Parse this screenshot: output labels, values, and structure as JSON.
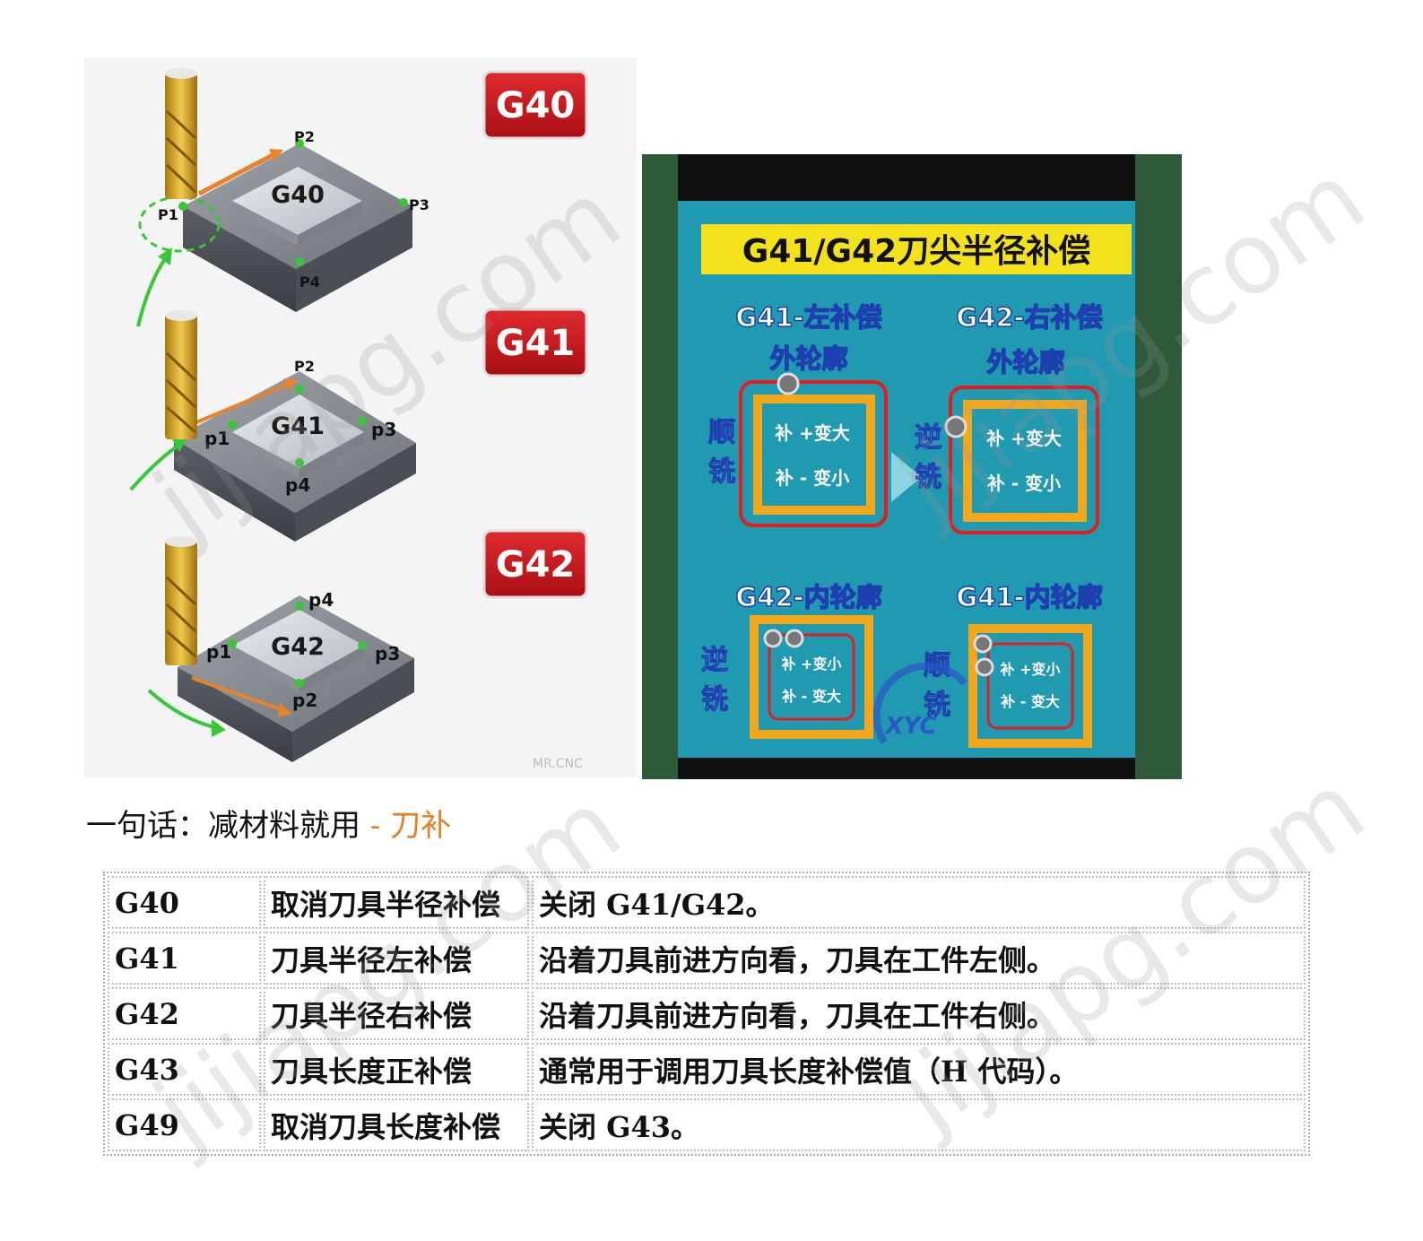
{
  "left_figure": {
    "badges": [
      "G40",
      "G41",
      "G42"
    ],
    "blocks": [
      {
        "label": "G40",
        "points": [
          "P1",
          "P2",
          "P3",
          "P4"
        ]
      },
      {
        "label": "G41",
        "points": [
          "p1",
          "P2",
          "p3",
          "p4"
        ]
      },
      {
        "label": "G42",
        "points": [
          "p1",
          "p4",
          "p3",
          "p2"
        ]
      }
    ],
    "corner_text": "MR.CNC"
  },
  "right_figure": {
    "title": "G41/G42刀尖半径补偿",
    "panels": [
      {
        "heading": "G41-左补偿",
        "sub": "外轮廓",
        "side": "顺\n铣",
        "line1": "补 +变大",
        "line2": "补 - 变小"
      },
      {
        "heading": "G42-右补偿",
        "sub": "外轮廓",
        "side": "逆\n铣",
        "line1": "补 +变大",
        "line2": "补 - 变小"
      },
      {
        "heading": "G42-内轮廓",
        "sub": "",
        "side": "逆\n铣",
        "line1": "补 +变小",
        "line2": "补 - 变大"
      },
      {
        "heading": "G41-内轮廓",
        "sub": "",
        "side": "顺\n铣",
        "line1": "补 +变小",
        "line2": "补 - 变大"
      }
    ],
    "logo": "XYC"
  },
  "caption": {
    "prefix": "一句话：减材料就用",
    "highlight": " - 刀补"
  },
  "table": {
    "rows": [
      {
        "code": "G40",
        "name": "取消刀具半径补偿",
        "desc": "关闭 G41/G42。"
      },
      {
        "code": "G41",
        "name": "刀具半径左补偿",
        "desc": "沿着刀具前进方向看，刀具在工件左侧。"
      },
      {
        "code": "G42",
        "name": "刀具半径右补偿",
        "desc": "沿着刀具前进方向看，刀具在工件右侧。"
      },
      {
        "code": "G43",
        "name": "刀具长度正补偿",
        "desc": "通常用于调用刀具长度补偿值（H 代码）。"
      },
      {
        "code": "G49",
        "name": "取消刀具长度补偿",
        "desc": "关闭 G43。"
      }
    ]
  },
  "watermark": "jijiapg.com",
  "colors": {
    "badge_red": "#c4151c",
    "caption_accent": "#e67e22",
    "panel_teal": "#1f9ab0",
    "title_yellow": "#f3e21a",
    "contour_red": "#e21e1e",
    "contour_orange": "#f2a81d"
  }
}
